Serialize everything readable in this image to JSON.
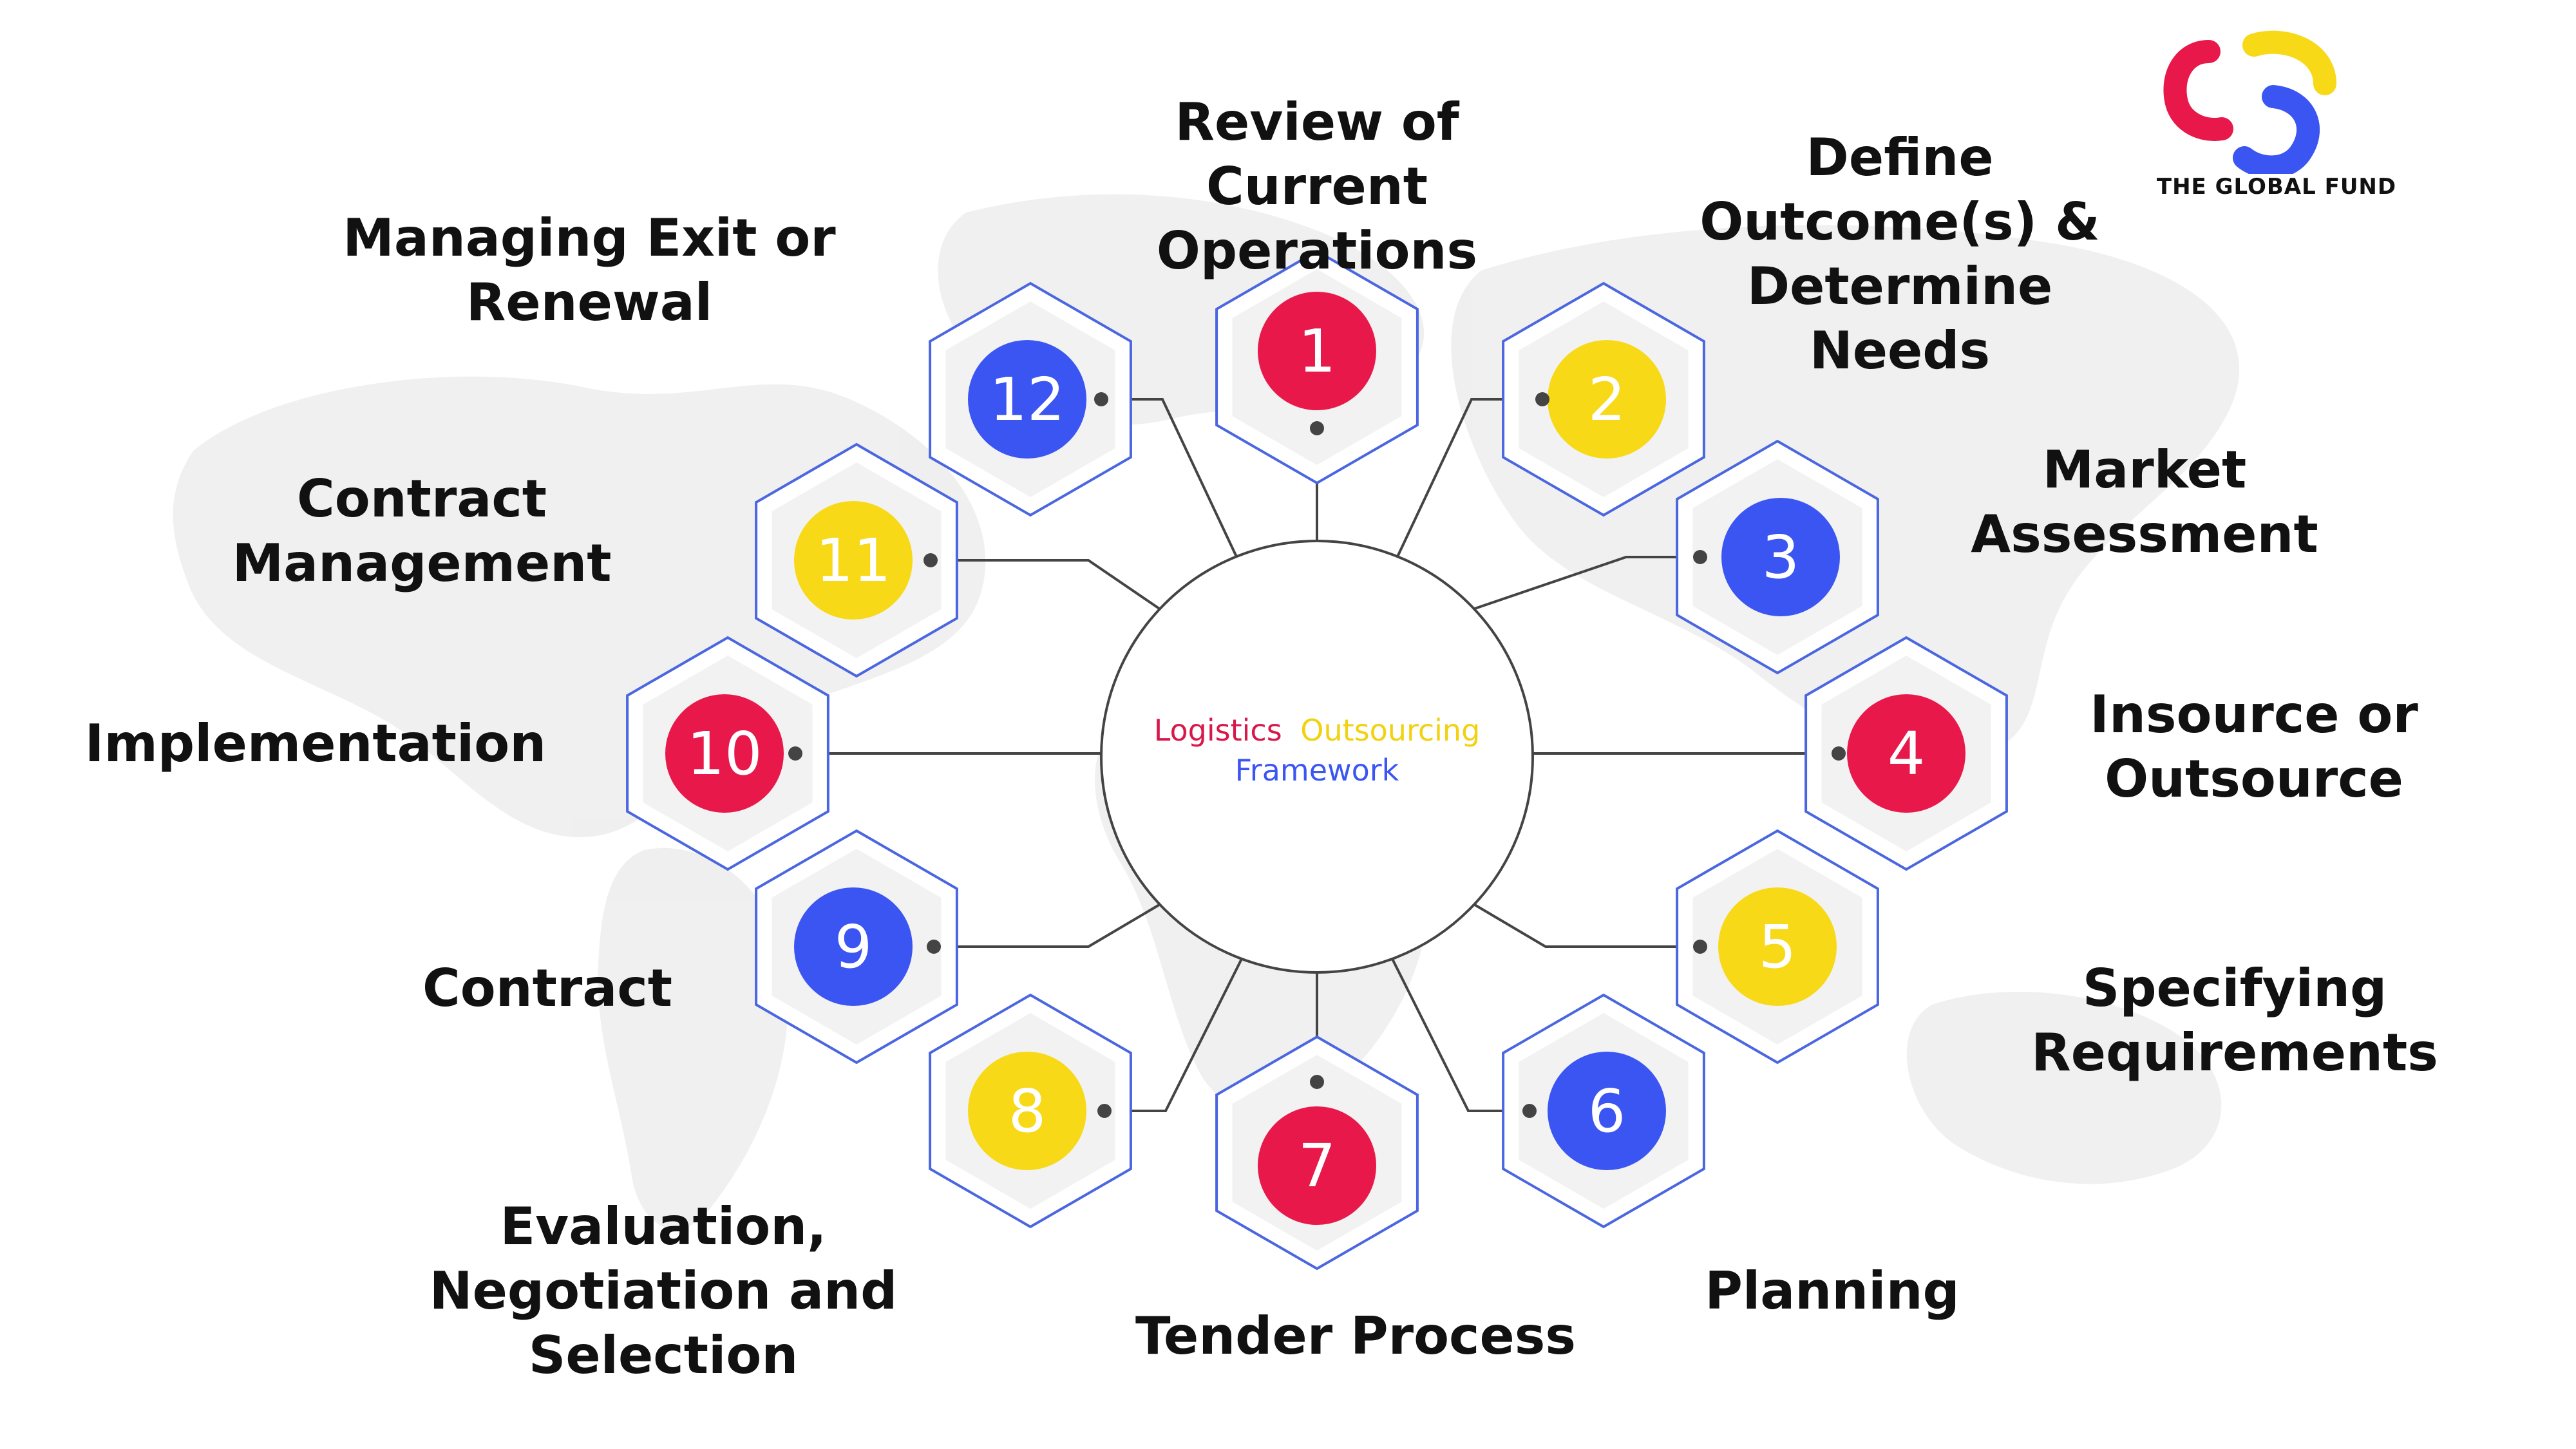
{
  "center": {
    "word1": "Logistics",
    "word2": "Outsourcing",
    "word3": "Framework"
  },
  "colors": {
    "red": "#E8184A",
    "yellow": "#F7D917",
    "blue": "#3B55F2",
    "hex_stroke": "#4A66E0",
    "hex_fill": "#F2F2F2",
    "connector": "#444444",
    "map": "#EEEEEE"
  },
  "steps": [
    {
      "number": "1",
      "color": "red",
      "label": "Review of\nCurrent\nOperations"
    },
    {
      "number": "2",
      "color": "yellow",
      "label": "Define\nOutcome(s) &\nDetermine\nNeeds"
    },
    {
      "number": "3",
      "color": "blue",
      "label": "Market\nAssessment"
    },
    {
      "number": "4",
      "color": "red",
      "label": "Insource or\nOutsource"
    },
    {
      "number": "5",
      "color": "yellow",
      "label": "Specifying\nRequirements"
    },
    {
      "number": "6",
      "color": "blue",
      "label": "Planning"
    },
    {
      "number": "7",
      "color": "red",
      "label": "Tender Process"
    },
    {
      "number": "8",
      "color": "yellow",
      "label": "Evaluation,\nNegotiation and\nSelection"
    },
    {
      "number": "9",
      "color": "blue",
      "label": "Contract"
    },
    {
      "number": "10",
      "color": "red",
      "label": "Implementation"
    },
    {
      "number": "11",
      "color": "yellow",
      "label": "Contract\nManagement"
    },
    {
      "number": "12",
      "color": "blue",
      "label": "Managing Exit or\nRenewal"
    }
  ],
  "logo": {
    "text": "THE GLOBAL FUND",
    "icon": "global-fund-swirl-icon"
  }
}
